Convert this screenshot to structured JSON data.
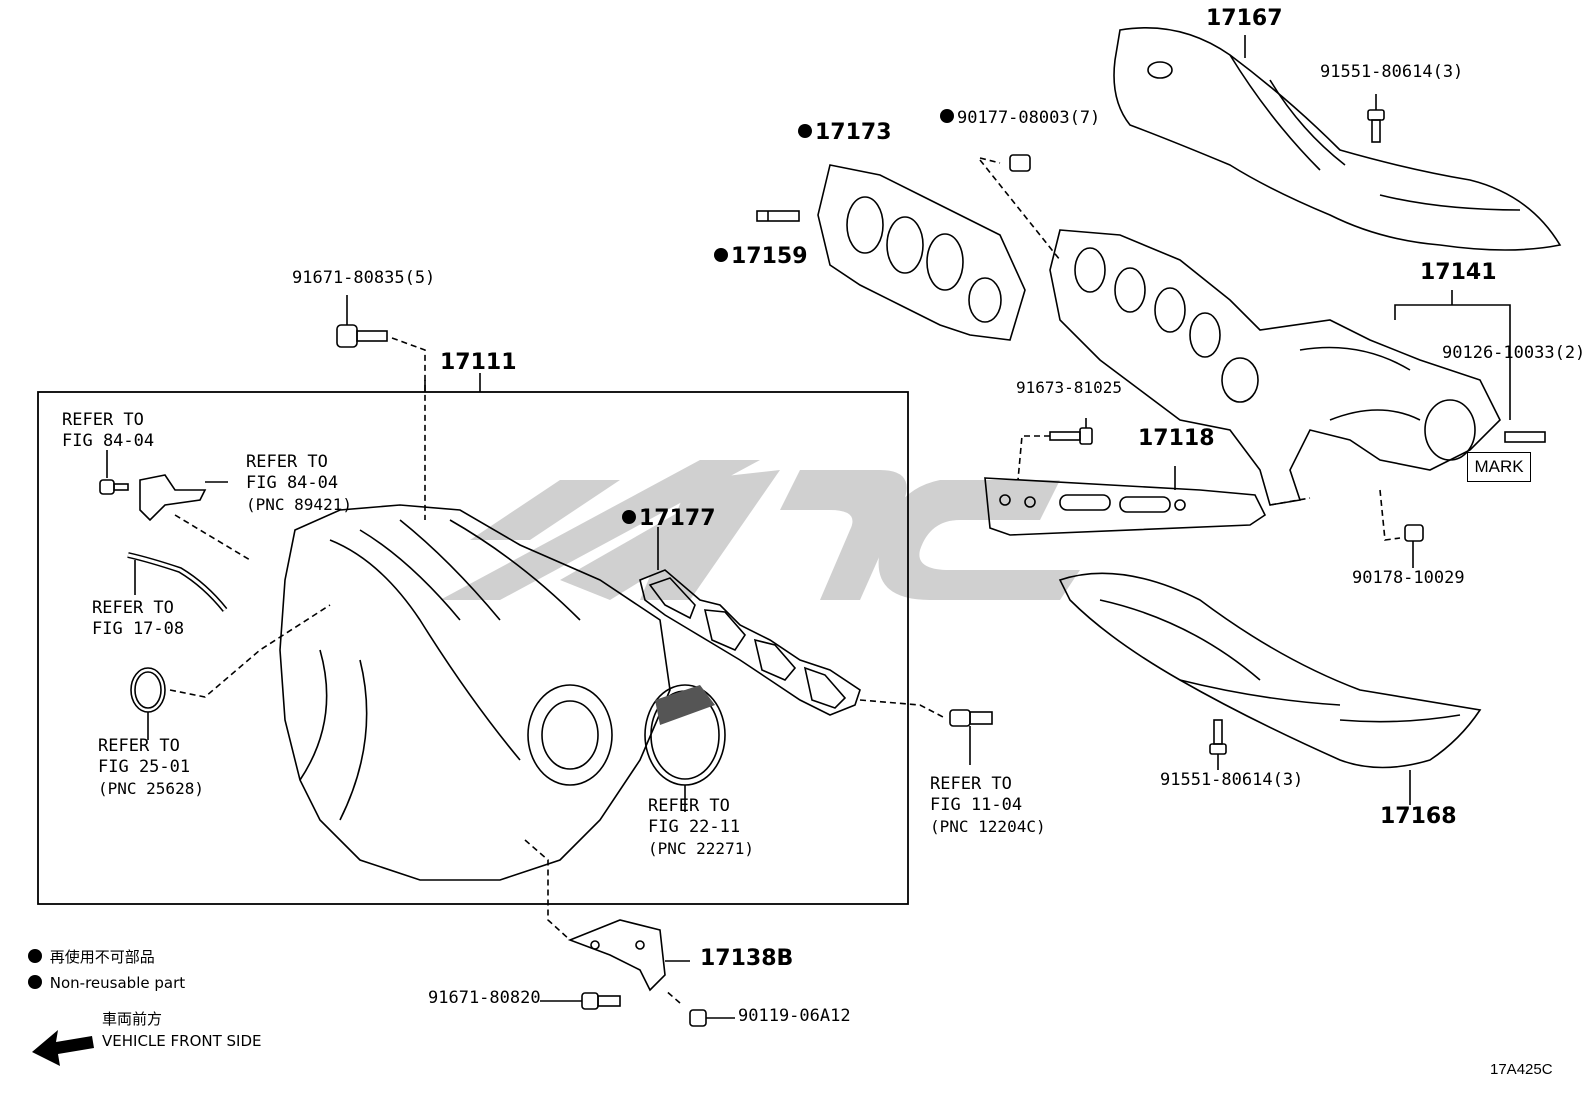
{
  "diagram": {
    "figure_code": "17A425C",
    "mark_label": "MARK",
    "legend": {
      "non_reusable_jp": "再使用不可部品",
      "non_reusable_en": "Non-reusable part",
      "front_jp": "車両前方",
      "front_en": "VEHICLE FRONT SIDE"
    },
    "parts": {
      "p17167": "17167",
      "p17173": "17173",
      "p17159": "17159",
      "p90177": "90177-08003(7)",
      "p91551_top": "91551-80614(3)",
      "p17141": "17141",
      "p90126": "90126-10033(2)",
      "p91673": "91673-81025",
      "p17118": "17118",
      "p90178": "90178-10029",
      "p91671_top": "91671-80835(5)",
      "p17111": "17111",
      "p17177": "17177",
      "p91551_bottom": "91551-80614(3)",
      "p17168": "17168",
      "p17138B": "17138B",
      "p91671_bottom": "91671-80820",
      "p90119": "90119-06A12"
    },
    "refs": {
      "r1_line1": "REFER TO",
      "r1_line2": "FIG 84-04",
      "r2_line1": "REFER TO",
      "r2_line2": "FIG 84-04",
      "r2_line3": "(PNC 89421)",
      "r3_line1": "REFER TO",
      "r3_line2": "FIG 17-08",
      "r4_line1": "REFER TO",
      "r4_line2": "FIG 25-01",
      "r4_line3": "(PNC 25628)",
      "r5_line1": "REFER TO",
      "r5_line2": "FIG 22-11",
      "r5_line3": "(PNC 22271)",
      "r6_line1": "REFER TO",
      "r6_line2": "FIG 11-04",
      "r6_line3": "(PNC 12204C)"
    }
  }
}
